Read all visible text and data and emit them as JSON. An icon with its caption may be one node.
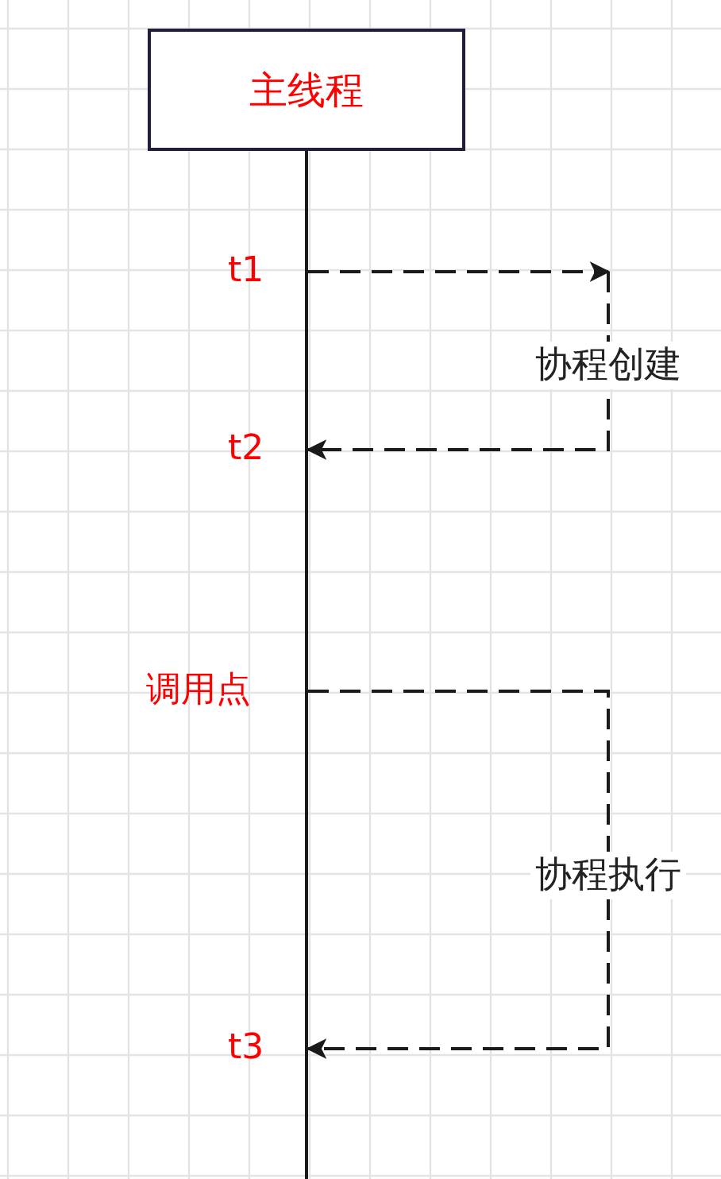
{
  "diagram": {
    "nodes": [
      {
        "text": [
          "主线程"
        ]
      },
      {
        "text": [],
        "shape": "bar"
      }
    ],
    "edges": [
      {
        "from": 1,
        "to": null,
        "arrow": "to",
        "style": "dashed"
      },
      {
        "from": null,
        "to": 1,
        "arrow": "to",
        "style": "dashed",
        "label": "协程创建"
      },
      {
        "from": 1,
        "to": 1,
        "arrow": "to",
        "style": "dashed",
        "label": "协程执行"
      }
    ],
    "labels": [
      "t1",
      "t2",
      "调用点",
      "t3"
    ]
  }
}
